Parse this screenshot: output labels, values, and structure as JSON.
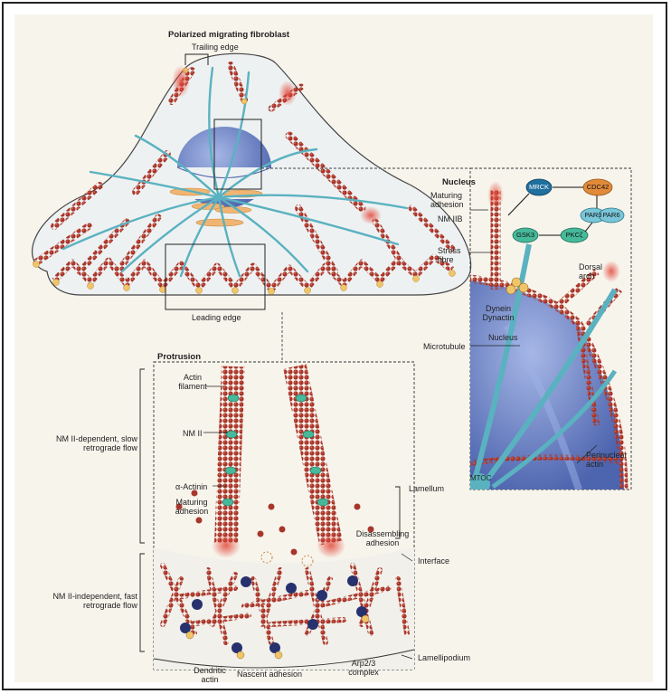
{
  "diagram": {
    "title": "Polarized migrating fibroblast",
    "cell": {
      "trailing_edge": "Trailing edge",
      "leading_edge": "Leading edge"
    },
    "nucleus_panel": {
      "title": "Nucleus",
      "maturing_adhesion": "Maturing adhesion",
      "nm_iib": "NM IIB",
      "stress_fibre": "Stress fibre",
      "dynein_dynactin": "Dynein Dynactin",
      "nucleus_label": "Nucleus",
      "microtubule": "Microtubule",
      "dorsal_arch": "Dorsal arch",
      "perinuclear_actin": "Perinuclear actin",
      "mtoc": "MTOC",
      "molecules": {
        "mrck": "MRCK",
        "cdc42": "CDC42",
        "par3": "PAR3",
        "par6": "PAR6",
        "gsk3": "GSK3",
        "pkcz": "PKCζ"
      }
    },
    "protrusion_panel": {
      "title": "Protrusion",
      "actin_filament": "Actin filament",
      "nm_ii": "NM II",
      "alpha_actinin": "α-Actinin",
      "maturing_adhesion": "Maturing adhesion",
      "disassembling_adhesion": "Disassembling adhesion",
      "lamellum": "Lamellum",
      "interface": "Interface",
      "lamellipodium": "Lamellipodium",
      "dendritic_actin": "Dendritic actin",
      "nascent_adhesion": "Nascent adhesion",
      "arp23": "Arp2/3 complex",
      "slow_flow": "NM II-dependent, slow retrograde flow",
      "fast_flow": "NM II-independent, fast retrograde flow"
    }
  },
  "colors": {
    "actin": "#a8362b",
    "cell_fill": "#e9eef0",
    "nucleus": "#6f86c8",
    "microtubule": "#5ab2c0",
    "arp23": "#27316e",
    "adhesion": "#f0c56a",
    "nm_ii": "#46b99a",
    "mrck": "#1f6f9f",
    "cdc42": "#e08a3a",
    "par": "#7ac6d8"
  }
}
